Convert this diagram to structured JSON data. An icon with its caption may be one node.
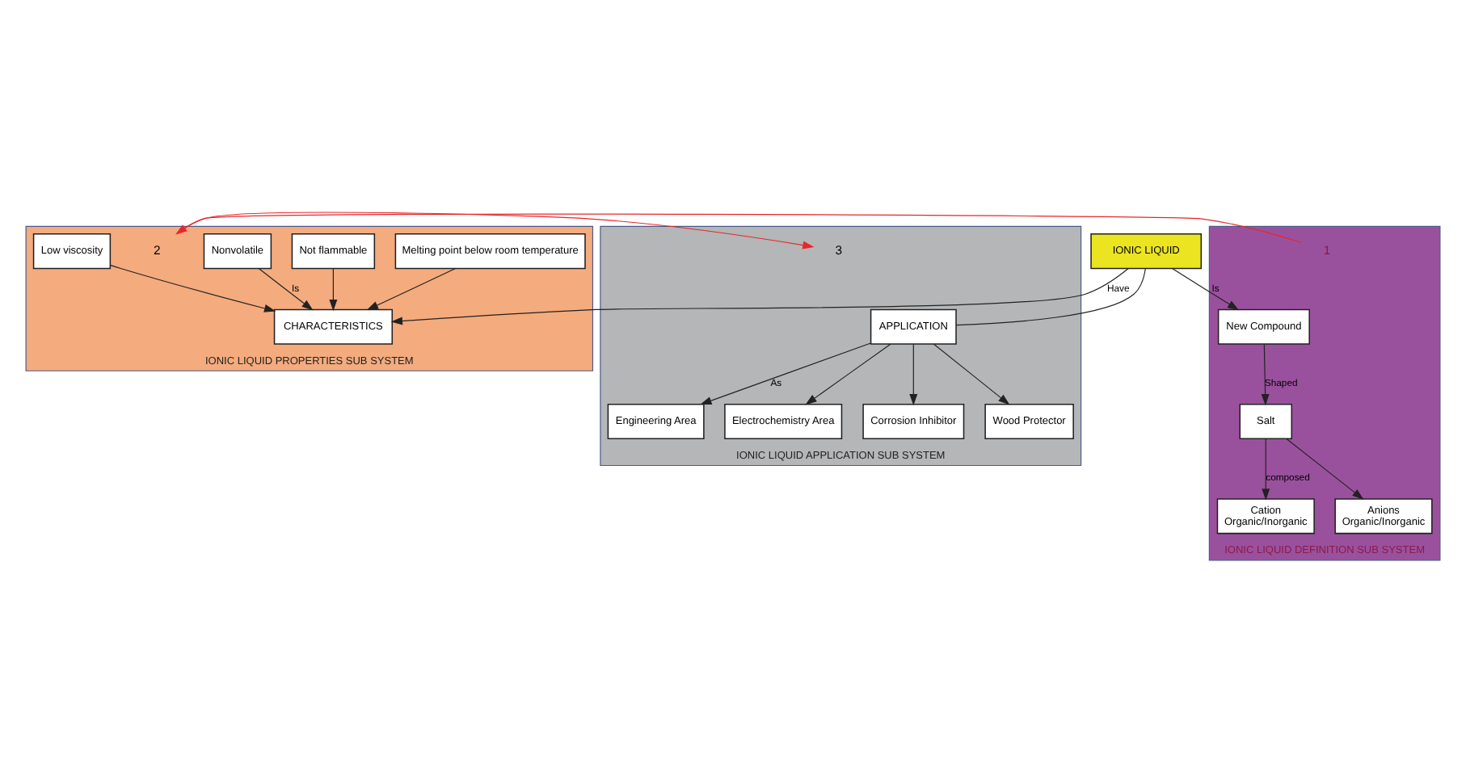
{
  "diagram": {
    "nodes": [
      {
        "text": [
          "IONIC LIQUID PROPERTIES SUB SYSTEM"
        ]
      },
      {
        "text": [
          "Melting point below room temperature"
        ],
        "in": 0
      },
      {
        "text": [
          "Not flammable"
        ],
        "in": 0
      },
      {
        "text": [
          "Nonvolatile"
        ],
        "in": 0
      },
      {
        "text": [
          "Low viscosity"
        ],
        "in": 0
      },
      {
        "text": [
          "CHARACTERISTICS"
        ],
        "in": 0
      },
      {
        "text": [
          "2"
        ],
        "in": 0
      },
      {
        "text": [
          "IONIC LIQUID"
        ]
      },
      {
        "text": [
          "IONIC LIQUID APPLICATION SUB SYSTEM"
        ]
      },
      {
        "text": [
          "APPLICATION"
        ],
        "in": 8
      },
      {
        "text": [
          "Engineering Area"
        ],
        "in": 8
      },
      {
        "text": [
          "Electrochemistry Area"
        ],
        "in": 8
      },
      {
        "text": [
          "Corrosion Inhibitor"
        ],
        "in": 8
      },
      {
        "text": [
          "Wood Protector"
        ],
        "in": 8
      },
      {
        "text": [
          "3"
        ],
        "in": 8
      },
      {
        "text": [
          "IONIC LIQUID DEFINITION SUB SYSTEM"
        ]
      },
      {
        "text": [
          "1"
        ],
        "in": 15
      },
      {
        "text": [
          "Cation",
          "Organic/Inorganic"
        ],
        "in": 15
      },
      {
        "text": [
          "New Compound"
        ],
        "in": 15
      },
      {
        "text": [
          "Salt"
        ],
        "in": 15
      },
      {
        "text": [
          "Anions",
          "Organic/Inorganic"
        ],
        "in": 15
      }
    ],
    "edges": [
      {
        "from": 1,
        "to": 5,
        "arrow": "to"
      },
      {
        "from": 2,
        "to": 5,
        "arrow": "to"
      },
      {
        "from": 3,
        "to": 5,
        "arrow": "to",
        "label": "Is"
      },
      {
        "from": 4,
        "to": 5,
        "arrow": "to"
      },
      {
        "from": 7,
        "to": 5,
        "arrow": "to",
        "label": "Have"
      },
      {
        "from": 7,
        "to": 9,
        "arrow": "none"
      },
      {
        "from": 9,
        "to": 10,
        "arrow": "to",
        "label": "As"
      },
      {
        "from": 9,
        "to": 11,
        "arrow": "to"
      },
      {
        "from": 9,
        "to": 12,
        "arrow": "to"
      },
      {
        "from": 9,
        "to": 13,
        "arrow": "to"
      },
      {
        "from": 7,
        "to": 18,
        "arrow": "to",
        "label": "Is"
      },
      {
        "from": 18,
        "to": 19,
        "arrow": "to",
        "label": "Shaped"
      },
      {
        "from": 19,
        "to": 17,
        "arrow": "to",
        "label": "composed"
      },
      {
        "from": 19,
        "to": 20,
        "arrow": "to"
      },
      {
        "from": 16,
        "to": 6,
        "arrow": "to",
        "color": "#e8262b"
      },
      {
        "from": 6,
        "to": 14,
        "arrow": "to",
        "color": "#e8262b"
      }
    ]
  }
}
